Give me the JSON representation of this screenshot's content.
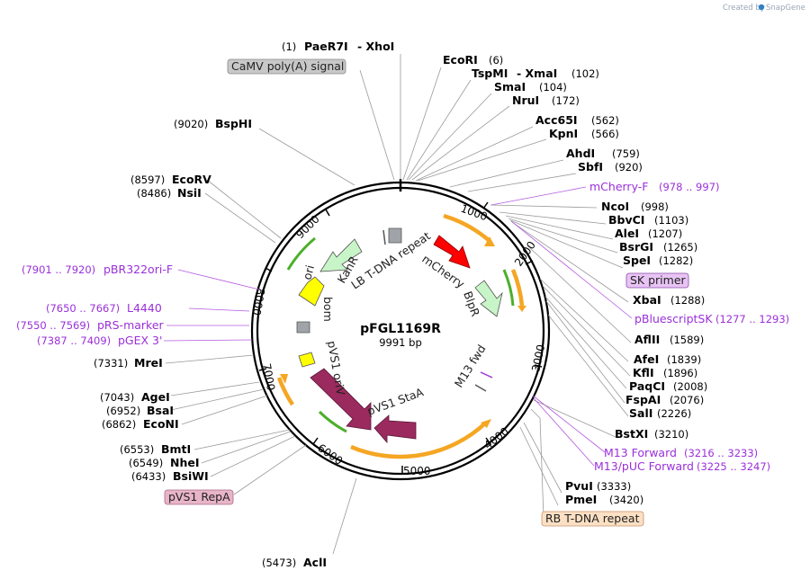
{
  "header": {
    "credit_text": "Created by",
    "credit_brand": "SnapGene"
  },
  "plasmid": {
    "name": "pFGL1169R",
    "size_label": "9991 bp"
  },
  "ticks": [
    "1000",
    "2000",
    "3000",
    "4000",
    "5000",
    "6000",
    "7000",
    "8000",
    "9000"
  ],
  "enzymes": {
    "paer7i": {
      "pos": "(1)",
      "name": "PaeR7I",
      "extra": "- XhoI"
    },
    "ecori": {
      "name": "EcoRI",
      "pos": "(6)"
    },
    "tspmi": {
      "name": "TspMI",
      "extra": "- XmaI",
      "pos": "(102)"
    },
    "smai": {
      "name": "SmaI",
      "pos": "(104)"
    },
    "nrui": {
      "name": "NruI",
      "pos": "(172)"
    },
    "acc65i": {
      "name": "Acc65I",
      "pos": "(562)"
    },
    "kpni": {
      "name": "KpnI",
      "pos": "(566)"
    },
    "ahdi": {
      "name": "AhdI",
      "pos": "(759)"
    },
    "sbfi": {
      "name": "SbfI",
      "pos": "(920)"
    },
    "ncoi": {
      "name": "NcoI",
      "pos": "(998)"
    },
    "bbvci": {
      "name": "BbvCI",
      "pos": "(1103)"
    },
    "alei": {
      "name": "AleI",
      "pos": "(1207)"
    },
    "bsrgi": {
      "name": "BsrGI",
      "pos": "(1265)"
    },
    "spei": {
      "name": "SpeI",
      "pos": "(1282)"
    },
    "xbai": {
      "name": "XbaI",
      "pos": "(1288)"
    },
    "aflii": {
      "name": "AflII",
      "pos": "(1589)"
    },
    "afei": {
      "name": "AfeI",
      "pos": "(1839)"
    },
    "kfli": {
      "name": "KflI",
      "pos": "(1896)"
    },
    "paqci": {
      "name": "PaqCI",
      "pos": "(2008)"
    },
    "fspai": {
      "name": "FspAI",
      "pos": "(2076)"
    },
    "sali": {
      "name": "SalI",
      "pos": "(2226)"
    },
    "bstxi": {
      "name": "BstXI",
      "pos": "(3210)"
    },
    "pvui": {
      "name": "PvuI",
      "pos": "(3333)"
    },
    "pmei": {
      "name": "PmeI",
      "pos": "(3420)"
    },
    "acli": {
      "pos": "(5473)",
      "name": "AclI"
    },
    "bsiwi": {
      "pos": "(6433)",
      "name": "BsiWI"
    },
    "nhei": {
      "pos": "(6549)",
      "name": "NheI"
    },
    "bmti": {
      "pos": "(6553)",
      "name": "BmtI"
    },
    "econi": {
      "pos": "(6862)",
      "name": "EcoNI"
    },
    "bsai": {
      "pos": "(6952)",
      "name": "BsaI"
    },
    "agei": {
      "pos": "(7043)",
      "name": "AgeI"
    },
    "mrei": {
      "pos": "(7331)",
      "name": "MreI"
    },
    "nsii": {
      "pos": "(8486)",
      "name": "NsiI"
    },
    "ecorv": {
      "pos": "(8597)",
      "name": "EcoRV"
    },
    "bsphi": {
      "pos": "(9020)",
      "name": "BspHI"
    }
  },
  "primers": {
    "mcherry_f": {
      "name": "mCherry-F",
      "range": "(978 .. 997)"
    },
    "pbluescriptsk": {
      "name": "pBluescriptSK",
      "range": "(1277 .. 1293)"
    },
    "m13_forward": {
      "name": "M13 Forward",
      "range": "(3216 .. 3233)"
    },
    "m13_puc_forward": {
      "name": "M13/pUC Forward",
      "range": "(3225 .. 3247)"
    },
    "pgex3": {
      "range": "(7387 .. 7409)",
      "name": "pGEX 3'"
    },
    "prs_marker": {
      "range": "(7550 .. 7569)",
      "name": "pRS-marker"
    },
    "l4440": {
      "range": "(7650 .. 7667)",
      "name": "L4440"
    },
    "pbr322ori_f": {
      "range": "(7901 .. 7920)",
      "name": "pBR322ori-F"
    }
  },
  "boxed_features": {
    "camv": "CaMV poly(A) signal",
    "sk_primer": "SK primer",
    "rb_tdna": "RB T-DNA repeat",
    "pvs1_repa": "pVS1 RepA"
  },
  "features": {
    "mcherry": "mCherry",
    "bipr": "BlpR",
    "m13_fwd": "M13 fwd",
    "pvs1_staa": "pVS1 StaA",
    "pvs1_oriv": "pVS1 oriV",
    "bom": "bom",
    "ori": "ori",
    "kanr": "KanR",
    "lb_tdna": "LB T-DNA repeat"
  },
  "colors": {
    "mcherry": "#ff0000",
    "bipr": "#c8f5c8",
    "kanr": "#c8f5c8",
    "ori": "#ffff00",
    "oriv": "#ffff00",
    "staa": "#9b2a5e",
    "orange_arc": "#f5a623",
    "green_arc": "#4caf2a",
    "primer": "#9b30d9",
    "gray_box": "#a0a4a8",
    "rb_box": "#fce0c4",
    "sk_box": "#e8c4f4",
    "repa_box": "#e8b4c8",
    "camv_box": "#c8c8c8"
  }
}
